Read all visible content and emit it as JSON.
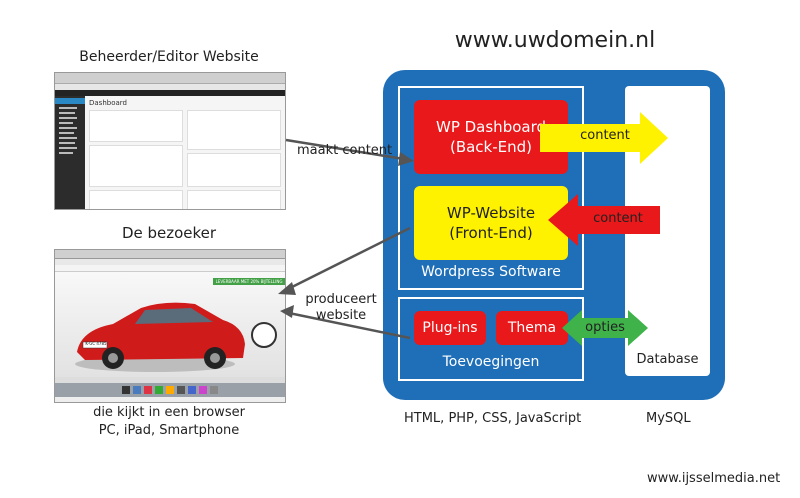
{
  "site_url": "www.uwdomein.nl",
  "admin_title": "Beheerder/Editor Website",
  "visitor_title": "De bezoeker",
  "visitor_caption_1": "die kijkt in een browser",
  "visitor_caption_2": "PC, iPad, Smartphone",
  "arrow_make_content": "maakt content",
  "arrow_produces_1": "produceert",
  "arrow_produces_2": "website",
  "wp_dashboard": "WP Dashboard\n(Back-End)",
  "wp_website": "WP-Website\n(Front-End)",
  "wp_software": "Wordpress Software",
  "plugins": "Plug-ins",
  "thema": "Thema",
  "toevoegingen": "Toevoegingen",
  "database": "Database",
  "arrow_content_out": "content",
  "arrow_content_in": "content",
  "arrow_opties": "opties",
  "tech_stack": "HTML, PHP, CSS, JavaScript",
  "mysql": "MySQL",
  "credit": "www.ijsselmedia.net",
  "admin_screenshot": {
    "heading": "Dashboard",
    "menu": [
      "Dashboard",
      "Home",
      "Berichten",
      "Media",
      "Pagina's",
      "Reacties",
      "Thema's",
      "Plugins",
      "Gebruikers",
      "Extra",
      "Instellingen"
    ]
  },
  "visitor_screenshot": {
    "banner": "LEVERBAAR MET 20% BIJTELLING",
    "plate": "K-GC 4785"
  },
  "colors": {
    "blue": "#1f6fb8",
    "red": "#e8181b",
    "yellow": "#fff200",
    "green": "#3fb24a"
  }
}
